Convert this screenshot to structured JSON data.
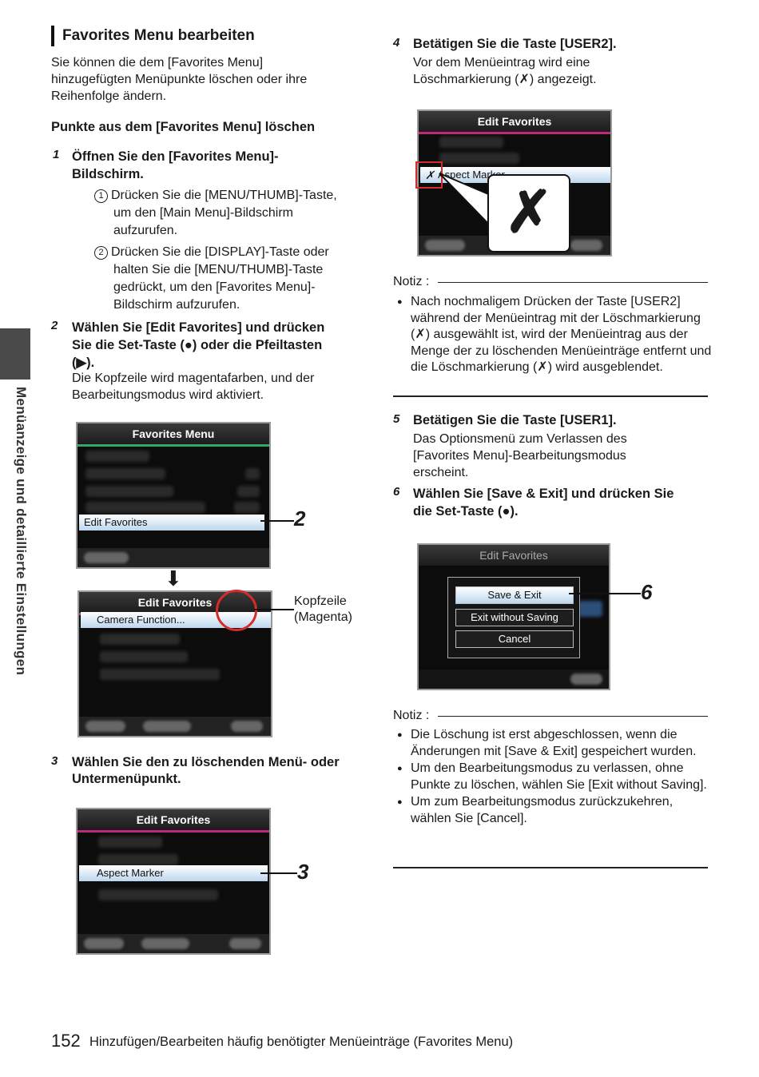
{
  "side_tab_text": "Menüanzeige und detaillierte Einstellungen",
  "section_title": "Favorites Menu bearbeiten",
  "intro": [
    "Sie können die dem [Favorites Menu]",
    "hinzugefügten Menüpunkte löschen oder ihre",
    "Reihenfolge ändern."
  ],
  "subheading": "Punkte aus dem [Favorites Menu] löschen",
  "step1": {
    "num": "1",
    "title": [
      "Öffnen Sie den [Favorites Menu]-",
      "Bildschirm."
    ],
    "sub1_marker": "1",
    "sub1": [
      "Drücken Sie die [MENU/THUMB]-Taste,",
      "um den [Main Menu]-Bildschirm",
      "aufzurufen."
    ],
    "sub2_marker": "2",
    "sub2": [
      "Drücken Sie die [DISPLAY]-Taste oder",
      "halten Sie die [MENU/THUMB]-Taste",
      "gedrückt, um den [Favorites Menu]-",
      "Bildschirm aufzurufen."
    ]
  },
  "step2": {
    "num": "2",
    "title": [
      "Wählen Sie [Edit Favorites] und drücken",
      "Sie die Set-Taste (●) oder die Pfeiltasten",
      "(▶)."
    ],
    "body": [
      "Die Kopfzeile wird magentafarben, und der",
      "Bearbeitungsmodus wird aktiviert."
    ]
  },
  "screen_fav": {
    "header": "Favorites Menu",
    "selected": "Edit Favorites",
    "callout": "2"
  },
  "arrow": "⬇",
  "screen_edit1": {
    "header": "Edit Favorites",
    "selected": "Camera Function...",
    "callout_text": [
      "Kopfzeile",
      "(Magenta)"
    ]
  },
  "step3": {
    "num": "3",
    "title": [
      "Wählen Sie den zu löschenden Menü- oder",
      "Untermenüpunkt."
    ]
  },
  "screen_edit2": {
    "header": "Edit Favorites",
    "selected": "Aspect Marker",
    "callout": "3"
  },
  "step4": {
    "num": "4",
    "title": "Betätigen Sie die Taste [USER2].",
    "body": [
      "Vor dem Menüeintrag wird eine",
      "Löschmarkierung (✗) angezeigt."
    ]
  },
  "screen_edit3": {
    "header": "Edit Favorites",
    "selected": "Aspect Marker",
    "mark": "✗",
    "zoom_mark": "✗"
  },
  "note1": {
    "label": "Notiz :",
    "items": [
      "Nach nochmaligem Drücken der Taste [USER2] während der Menüeintrag mit der Löschmarkierung (✗) ausgewählt ist, wird der Menüeintrag aus der Menge der zu löschenden Menüeinträge entfernt und die Löschmarkierung (✗) wird ausgeblendet."
    ]
  },
  "step5": {
    "num": "5",
    "title": "Betätigen Sie die Taste [USER1].",
    "body": [
      "Das Optionsmenü zum Verlassen des",
      "[Favorites Menu]-Bearbeitungsmodus",
      "erscheint."
    ]
  },
  "step6": {
    "num": "6",
    "title": [
      "Wählen Sie [Save & Exit] und drücken Sie",
      "die Set-Taste (●)."
    ]
  },
  "screen_dialog": {
    "header": "Edit Favorites",
    "buttons": [
      "Save & Exit",
      "Exit without Saving",
      "Cancel"
    ],
    "callout": "6"
  },
  "note2": {
    "label": "Notiz :",
    "items": [
      "Die Löschung ist erst abgeschlossen, wenn die Änderungen mit [Save & Exit] gespeichert wurden.",
      "Um den Bearbeitungsmodus zu verlassen, ohne Punkte zu löschen, wählen Sie [Exit without Saving].",
      "Um zum Bearbeitungsmodus zurückzukehren, wählen Sie [Cancel]."
    ]
  },
  "footer": {
    "page": "152",
    "text": "Hinzufügen/Bearbeiten häufig benötigter Menüeinträge (Favorites Menu)"
  }
}
